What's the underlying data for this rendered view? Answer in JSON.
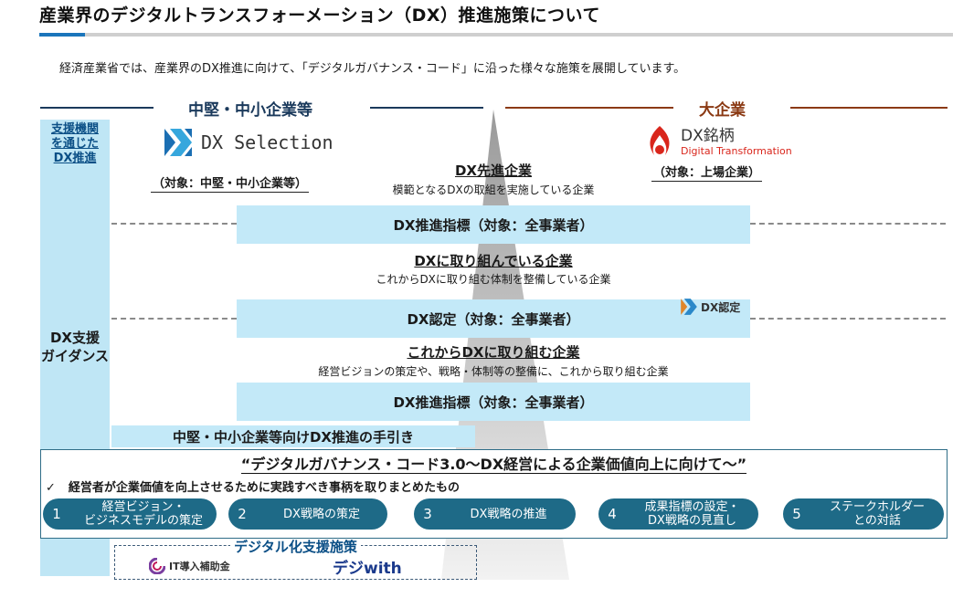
{
  "title": "産業界のデジタルトランスフォーメーション（DX）推進施策について",
  "intro": "経済産業省では、産業界のDX推進に向けて、「デジタルガバナンス・コード」に沿った様々な施策を展開しています。",
  "left_header": "中堅・中小企業等",
  "right_header": "大企業",
  "sidebar": {
    "top_lines": [
      "支援機関",
      "を通じた",
      "DX推進"
    ],
    "middle_lines": [
      "DX支援",
      "ガイダンス"
    ]
  },
  "dx_selection": {
    "logo_text": "DX Selection",
    "target": "（対象：中堅・中小企業等）"
  },
  "dx_meigara": {
    "logo_text": "DX銘柄",
    "logo_sub": "Digital Transformation",
    "target": "（対象：上場企業）"
  },
  "dx_nintei_logo": "DX認定",
  "tiers": {
    "advanced": {
      "title": "DX先進企業",
      "desc": "模範となるDXの取組を実施している企業"
    },
    "engaged": {
      "title": "DXに取り組んでいる企業",
      "desc": "これからDXに取り組む体制を整備している企業"
    },
    "starting": {
      "title": "これからDXに取り組む企業",
      "desc": "経営ビジョンの策定や、戦略・体制等の整備に、これから取り組む企業"
    }
  },
  "bands": {
    "top": "DX推進指標（対象：全事業者）",
    "middle": "DX認定（対象：全事業者）",
    "bottom": "DX推進指標（対象：全事業者）"
  },
  "tebiki": "中堅・中小企業等向けDX推進の手引き",
  "governance": {
    "title": "“デジタルガバナンス・コード3.0～DX経営による企業価値向上に向けて～”",
    "check": "✓",
    "summary": "経営者が企業価値を向上させるために実践すべき事柄を取りまとめたもの",
    "steps": [
      {
        "num": "1",
        "lines": [
          "経営ビジョン・",
          "ビジネスモデルの策定"
        ]
      },
      {
        "num": "2",
        "lines": [
          "DX戦略の策定"
        ]
      },
      {
        "num": "3",
        "lines": [
          "DX戦略の推進"
        ]
      },
      {
        "num": "4",
        "lines": [
          "成果指標の設定・",
          "DX戦略の見直し"
        ]
      },
      {
        "num": "5",
        "lines": [
          "ステークホルダー",
          "との対話"
        ]
      }
    ]
  },
  "support": {
    "title": "デジタル化支援施策",
    "it_logo": "IT導入補助金",
    "dejiwith_logo": "デジwith"
  },
  "colors": {
    "navy": "#1b3a5c",
    "brown": "#8b3a14",
    "light_blue": "#c3e9f8",
    "teal": "#1e6a87",
    "accent_blue": "#1b75bb"
  }
}
